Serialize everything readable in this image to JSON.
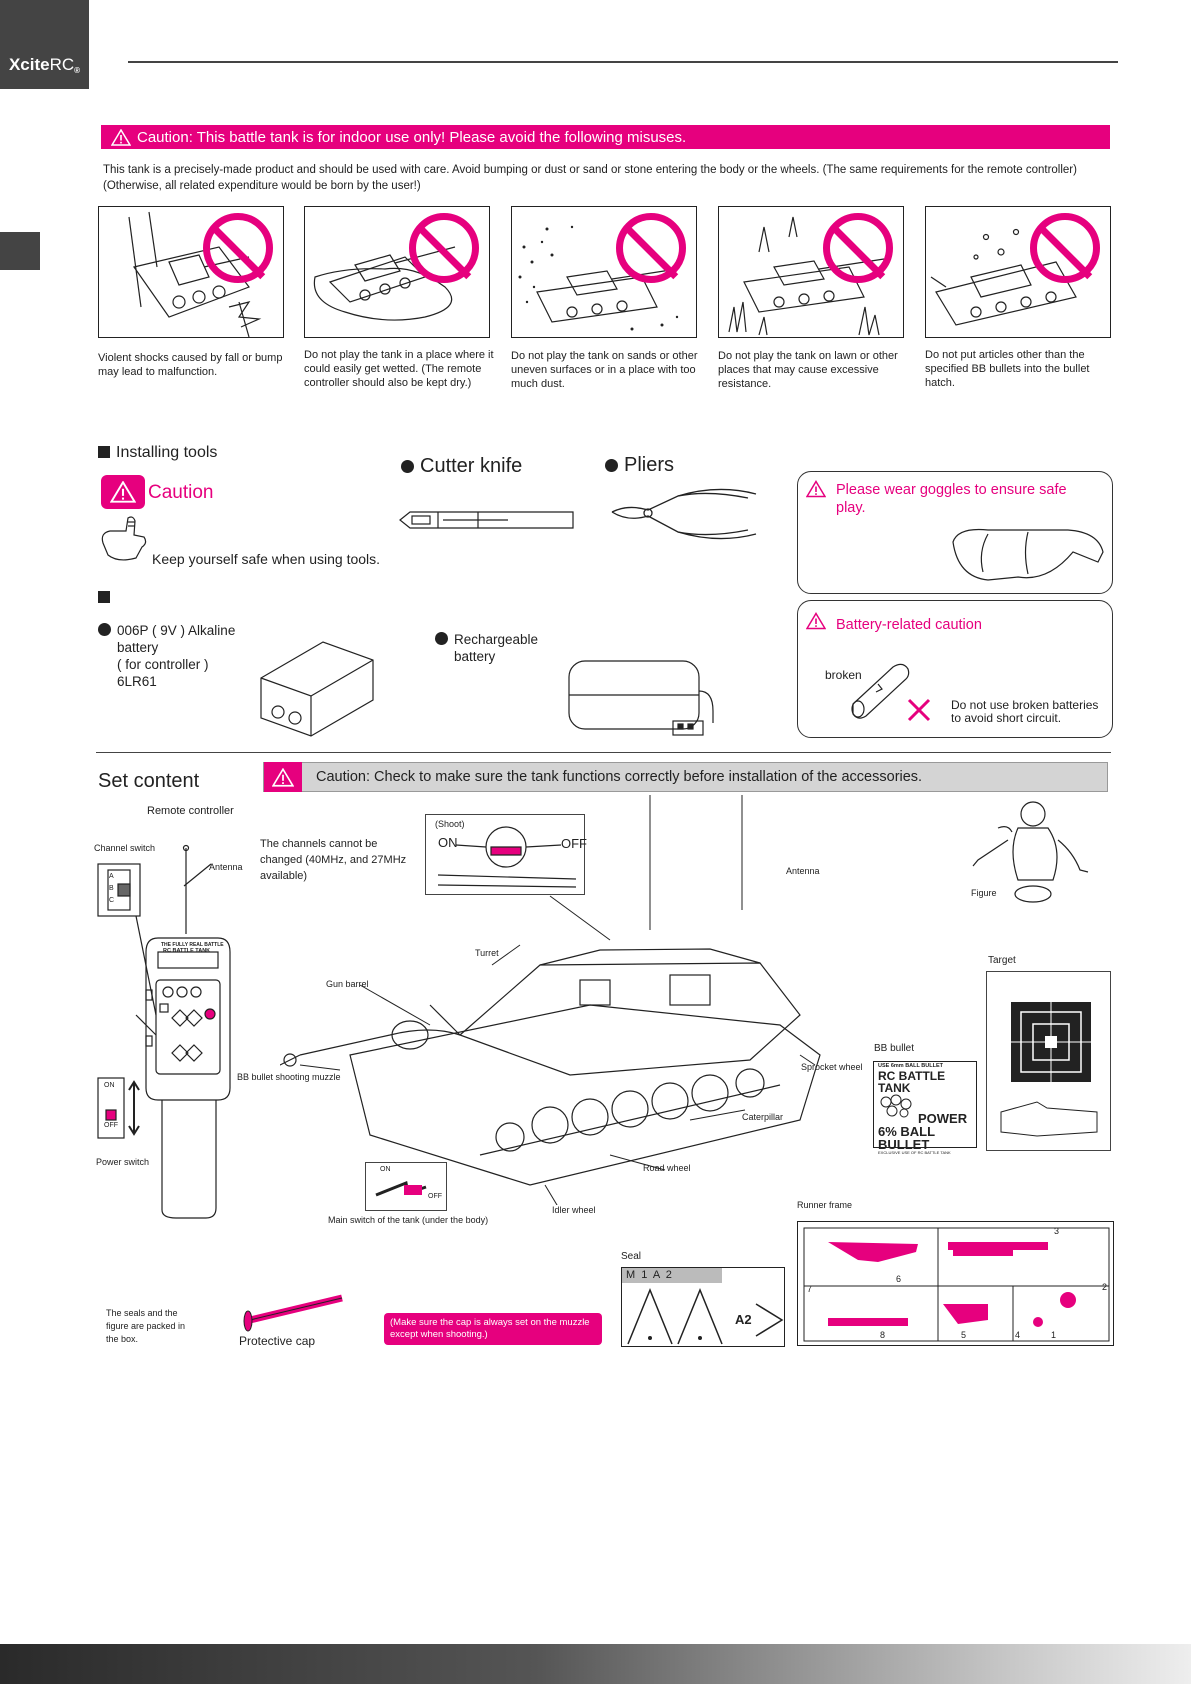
{
  "brand": {
    "name_bold": "Xcite",
    "name_rest": "RC",
    "mark": "®"
  },
  "caution_banner": "Caution: This battle tank is for indoor use only! Please avoid the following misuses.",
  "intro_text": "This tank is a precisely-made product and should be used with care. Avoid bumping or dust or sand or stone entering the body or the wheels. (The same requirements for the remote controller) (Otherwise, all related expenditure would be born by the user!)",
  "misuses": [
    {
      "caption": "Violent shocks caused by fall or bump may lead to malfunction."
    },
    {
      "caption": "Do not play the tank in a place where it could easily get wetted. (The remote controller should also be kept dry.)"
    },
    {
      "caption": "Do not play the tank on sands or other uneven surfaces or in a place with too much dust."
    },
    {
      "caption": "Do not play the tank on lawn or other places that may cause excessive resistance."
    },
    {
      "caption": "Do not put articles other than the specified BB bullets into the bullet hatch."
    }
  ],
  "tools": {
    "heading": "Installing tools",
    "caution_label": "Caution",
    "safety_text": "Keep yourself safe when using tools.",
    "cutter": "Cutter knife",
    "pliers": "Pliers",
    "goggles": "Please wear goggles to ensure safe play."
  },
  "batteries": {
    "item1_line1": "006P ( 9V ) Alkaline",
    "item1_line2": "battery",
    "item1_line3": "( for controller )",
    "item1_line4": "6LR61",
    "item2_line1": "Rechargeable",
    "item2_line2": "battery",
    "caution_title": "Battery-related caution",
    "broken_label": "broken",
    "broken_text": "Do not use broken batteries to avoid short circuit."
  },
  "set_content": {
    "title": "Set content",
    "banner": "Caution: Check to make sure the tank functions correctly before installation of the accessories.",
    "labels": {
      "remote_controller": "Remote controller",
      "channel_switch": "Channel switch",
      "antenna_left": "Antenna",
      "channels_note": "The channels cannot be changed (40MHz, and 27MHz available)",
      "shoot": "(Shoot)",
      "on": "ON",
      "off": "OFF",
      "antenna_tank": "Antenna",
      "figure": "Figure",
      "turret": "Turret",
      "gun_barrel": "Gun barrel",
      "target": "Target",
      "bb_bullet": "BB bullet",
      "bb_muzzle": "BB bullet shooting muzzle",
      "sprocket": "Sprocket wheel",
      "caterpillar": "Caterpillar",
      "road_wheel": "Road wheel",
      "idler": "Idler wheel",
      "power_switch": "Power switch",
      "main_switch": "Main switch of the tank (under the body)",
      "switch_on": "ON",
      "switch_off": "OFF",
      "runner_frame": "Runner frame",
      "seal": "Seal",
      "seals_note": "The seals and the figure are packed in the box.",
      "protective_cap": "Protective cap",
      "cap_note": "(Make sure the cap is always set on the muzzle except when shooting.)",
      "seal_text": "M  1  A  2",
      "seal_tag": "A2",
      "remote_title": "RC BATTLE TANK",
      "remote_brand": "RC BATTLE TANK",
      "remote_top": "THE FULLY REAL BATTLE",
      "abc_a": "A",
      "abc_b": "B",
      "abc_c": "C",
      "pwr_on": "ON",
      "pwr_off": "OFF"
    },
    "bb_box": {
      "line1": "USE 6mm BALL BULLET",
      "line2": "RC BATTLE TANK",
      "line3": "POWER",
      "line4": "6% BALL BULLET",
      "line5": "EXCLUSIVE USE OF RC BATTLE TANK"
    },
    "runner_numbers": [
      "1",
      "2",
      "3",
      "4",
      "5",
      "6",
      "7",
      "8"
    ]
  },
  "colors": {
    "accent": "#e6007e",
    "dark": "#444444",
    "gray_banner": "#d4d4d4"
  }
}
